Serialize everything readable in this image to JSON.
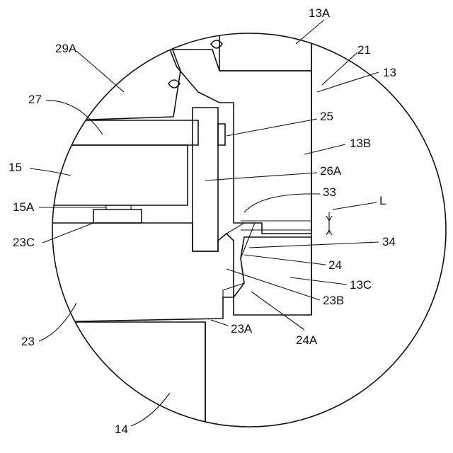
{
  "labels": {
    "l13A": "13A",
    "l21": "21",
    "l13": "13",
    "l29A": "29A",
    "l27": "27",
    "l25": "25",
    "l13B": "13B",
    "l15": "15",
    "l26A": "26A",
    "l33": "33",
    "lL": "L",
    "l15A": "15A",
    "l23C": "23C",
    "l34": "34",
    "l24": "24",
    "l13C": "13C",
    "l23B": "23B",
    "l23": "23",
    "l23A": "23A",
    "l24A": "24A",
    "l14": "14"
  },
  "colors": {
    "ink": "#111111",
    "background": "#ffffff"
  }
}
